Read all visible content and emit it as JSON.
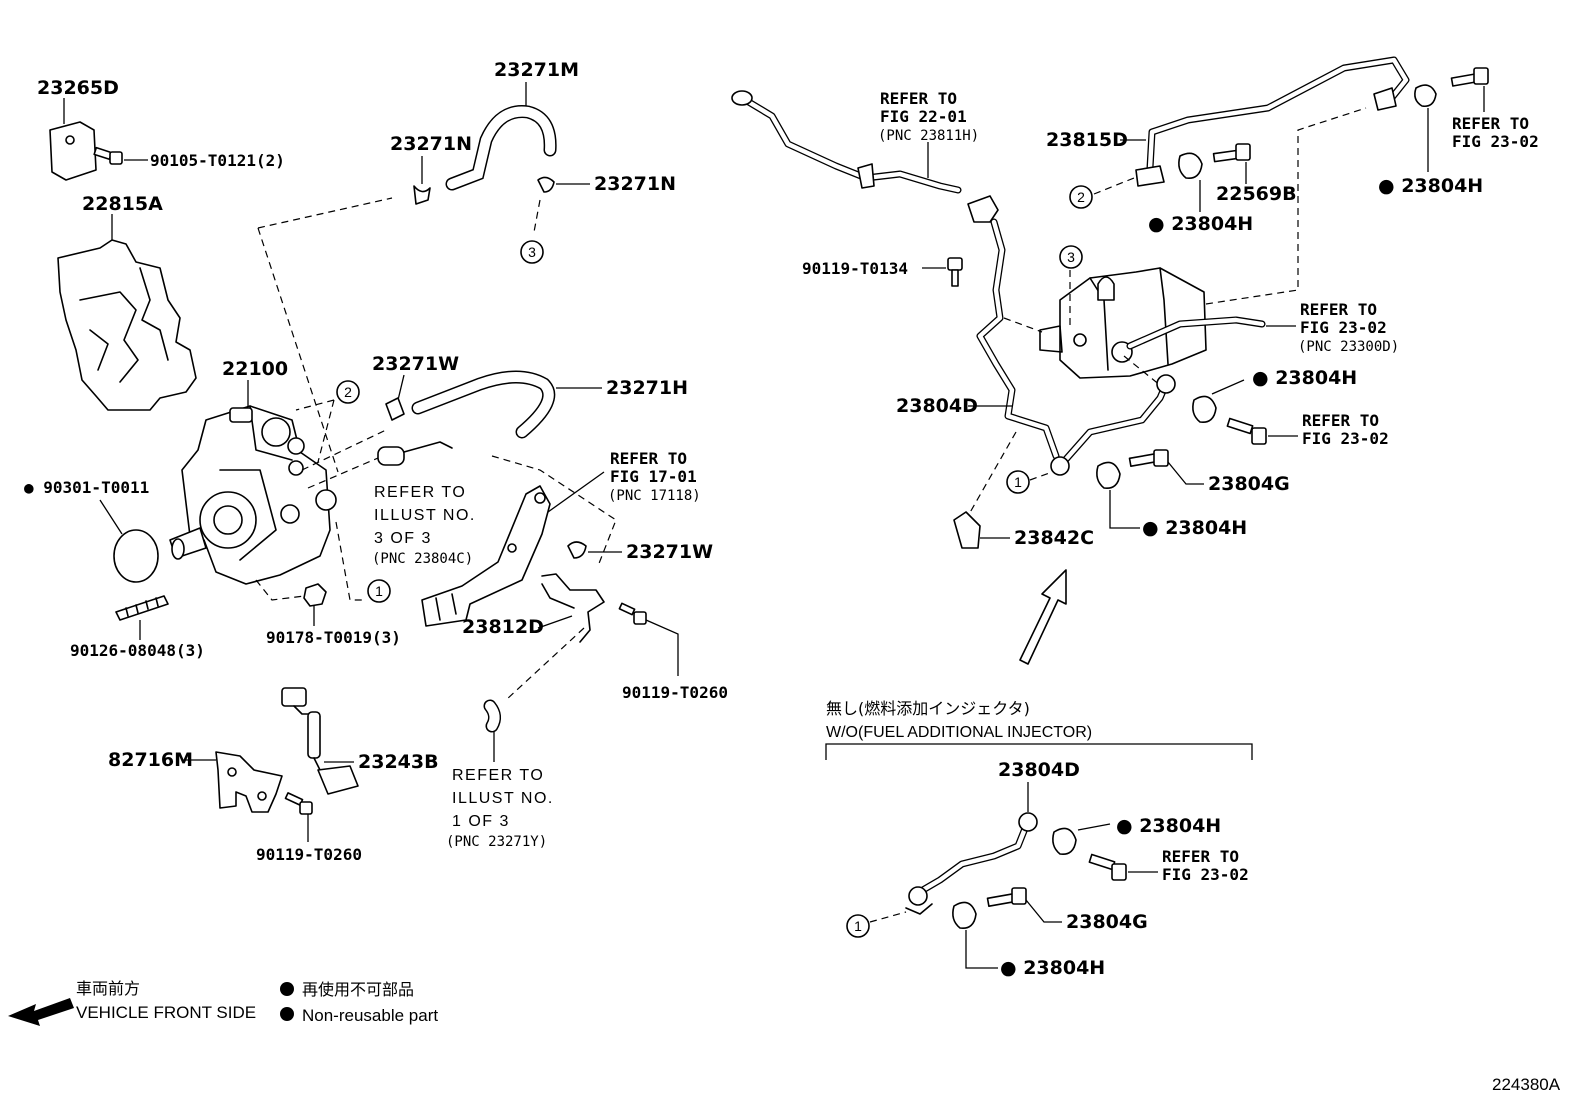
{
  "figure_id": "224380A",
  "parts": {
    "p23265D": "23265D",
    "p90105": "90105-T0121(2)",
    "p22815A": "22815A",
    "p22100": "22100",
    "p90301": "90301-T0011",
    "p90126": "90126-08048(3)",
    "p90178": "90178-T0019(3)",
    "p23271M": "23271M",
    "p23271N_a": "23271N",
    "p23271N_b": "23271N",
    "p23271W_a": "23271W",
    "p23271H": "23271H",
    "p23271W_b": "23271W",
    "p23812D": "23812D",
    "p90119_T0260_a": "90119-T0260",
    "p82716M": "82716M",
    "p23243B": "23243B",
    "p90119_T0260_b": "90119-T0260",
    "p90119_T0134": "90119-T0134",
    "p23815D": "23815D",
    "p22569B": "22569B",
    "p23804H_a": "23804H",
    "p23804H_b": "23804H",
    "p23804H_c": "23804H",
    "p23804H_d": "23804H",
    "p23804D_a": "23804D",
    "p23804G_a": "23804G",
    "p23842C": "23842C",
    "p23804D_b": "23804D",
    "p23804H_e": "23804H",
    "p23804G_b": "23804G",
    "p23804H_f": "23804H"
  },
  "refs": {
    "fig1701": {
      "l1": "REFER TO",
      "l2": "FIG 17-01",
      "l3": "(PNC 17118)"
    },
    "fig2201": {
      "l1": "REFER TO",
      "l2": "FIG 22-01",
      "l3": "(PNC 23811H)"
    },
    "fig2302_top": {
      "l1": "REFER TO",
      "l2": "FIG 23-02"
    },
    "fig2302_pnc": {
      "l1": "REFER TO",
      "l2": "FIG 23-02",
      "l3": "(PNC 23300D)"
    },
    "fig2302_mid": {
      "l1": "REFER TO",
      "l2": "FIG 23-02"
    },
    "fig2302_low": {
      "l1": "REFER TO",
      "l2": "FIG 23-02"
    },
    "illus3": {
      "l1": "REFER TO",
      "l2": "ILLUST NO.",
      "l3": "3 OF 3",
      "l4": "(PNC 23804C)"
    },
    "illus1": {
      "l1": "REFER TO",
      "l2": "ILLUST NO.",
      "l3": "1 OF 3",
      "l4": "(PNC 23271Y)"
    }
  },
  "circles": {
    "c1": "1",
    "c2": "2",
    "c3": "3"
  },
  "variant": {
    "jp": "無し(燃料添加インジェクタ)",
    "en": "W/O(FUEL ADDITIONAL INJECTOR)"
  },
  "legend": {
    "front_jp": "車両前方",
    "front_en": "VEHICLE FRONT SIDE",
    "nonreuse_jp": "再使用不可部品",
    "nonreuse_en": "Non-reusable part"
  }
}
